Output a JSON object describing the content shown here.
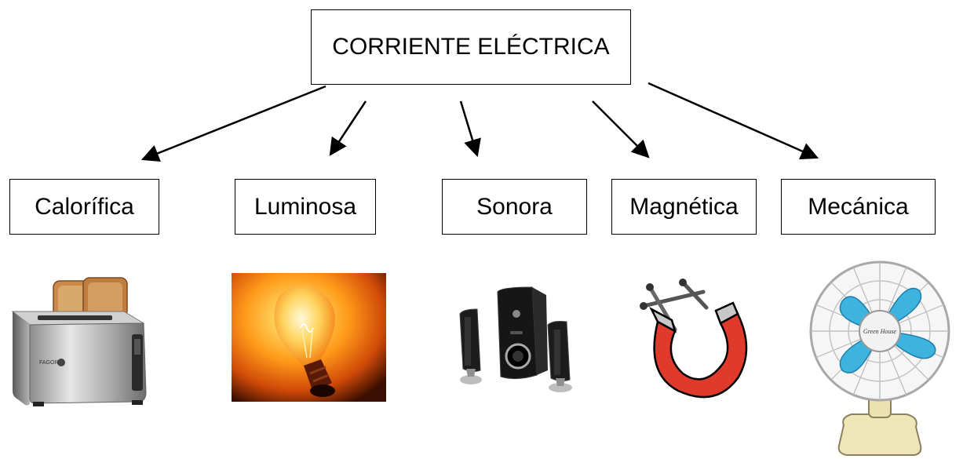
{
  "title": "CORRIENTE ELÉCTRICA",
  "categories": [
    {
      "id": "calorifica",
      "label": "Calorífica",
      "image": "toaster-image"
    },
    {
      "id": "luminosa",
      "label": "Luminosa",
      "image": "light-bulb-image"
    },
    {
      "id": "sonora",
      "label": "Sonora",
      "image": "speakers-image"
    },
    {
      "id": "magnetica",
      "label": "Magnética",
      "image": "magnet-image"
    },
    {
      "id": "mecanica",
      "label": "Mecánica",
      "image": "fan-image"
    }
  ],
  "images": {
    "toaster_brand": "FAGOR",
    "fan_brand": "Green House"
  },
  "colors": {
    "magnet_red": "#e03a2c",
    "bulb_glow": "#ff9a1a",
    "fan_blue": "#3fb3e0",
    "fan_base": "#efe6b8"
  }
}
